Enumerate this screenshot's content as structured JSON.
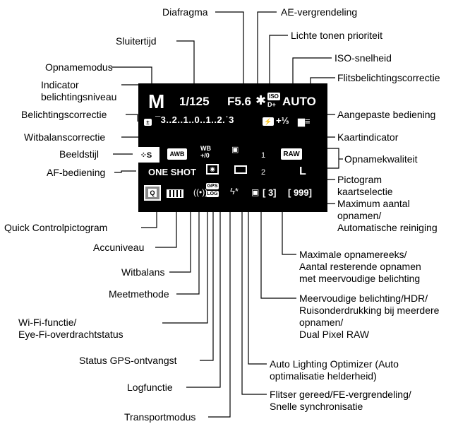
{
  "labels": {
    "diafragma": "Diafragma",
    "ae_lock": "AE-vergrendeling",
    "sluitertijd": "Sluitertijd",
    "lichte_tonen": "Lichte tonen prioriteit",
    "opnamemodus": "Opnamemodus",
    "iso": "ISO-snelheid",
    "indicator_1": "Indicator",
    "indicator_2": "belichtingsniveau",
    "flitsbelichting": "Flitsbelichtingscorrectie",
    "belichtingscorrectie": "Belichtingscorrectie",
    "aangepaste": "Aangepaste bediening",
    "witbalanscorrectie": "Witbalanscorrectie",
    "kaartindicator": "Kaartindicator",
    "beeldstijl": "Beeldstijl",
    "opnamekwaliteit": "Opnamekwaliteit",
    "af_bediening": "AF-bediening",
    "pictogram_1": "Pictogram",
    "pictogram_2": "kaartselectie",
    "max_1": "Maximum aantal",
    "max_2": "opnamen/",
    "max_3": "Automatische reiniging",
    "quick_control": "Quick Controlpictogram",
    "accuniveau": "Accuniveau",
    "reeks_1": "Maximale opnamereeks/",
    "reeks_2": "Aantal resterende opnamen",
    "reeks_3": "met meervoudige belichting",
    "witbalans": "Witbalans",
    "meetmethode": "Meetmethode",
    "meervoudig_1": "Meervoudige belichting/HDR/",
    "meervoudig_2": "Ruisonderdrukking bij meerdere",
    "meervoudig_3": "opnamen/",
    "meervoudig_4": "Dual Pixel RAW",
    "wifi_1": "Wi-Fi-functie/",
    "wifi_2": "Eye-Fi-overdrachtstatus",
    "gps": "Status GPS-ontvangst",
    "alo_1": "Auto Lighting Optimizer (Auto",
    "alo_2": "optimalisatie helderheid)",
    "log": "Logfunctie",
    "flitser_1": "Flitser gereed/FE-vergrendeling/",
    "flitser_2": "Snelle synchronisatie",
    "transport": "Transportmodus"
  },
  "screen": {
    "mode": "M",
    "shutter": "1/125",
    "aperture": "F5.6",
    "ae_lock": "✱",
    "iso_badge": "ISO",
    "iso_d": "D+",
    "iso_value": "AUTO",
    "exp_scale": "¯3..2..1..0..1..2.˙3",
    "flash_comp": "+⅓",
    "style": "S",
    "awb": "AWB",
    "wb_corr": "WB\n+/0",
    "af_mode": "ONE SHOT",
    "card1": "1",
    "card2": "2",
    "quality_raw": "RAW",
    "quality_l": "L",
    "q_icon": "Q",
    "burst": "[ 3]",
    "shots": "[ 999]",
    "gps_badge": "GPS",
    "log_badge": "LOG"
  }
}
